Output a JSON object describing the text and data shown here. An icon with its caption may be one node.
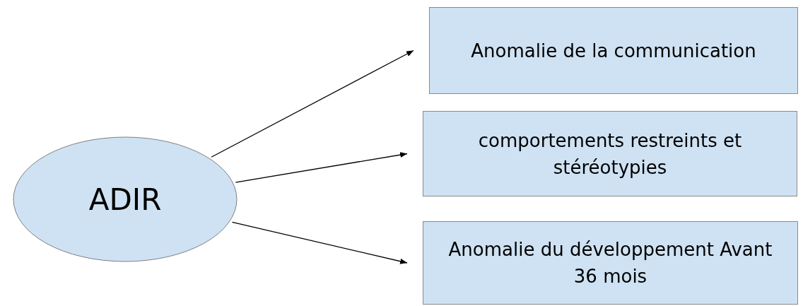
{
  "diagram": {
    "nodes": [
      {
        "text": [
          "ADIR"
        ]
      },
      {
        "text": [
          "Anomalie de la communication"
        ]
      },
      {
        "text": [
          "comportements restreints et stéréotypies"
        ]
      },
      {
        "text": [
          "Anomalie du développement Avant 36 mois"
        ]
      }
    ],
    "edges": [
      {
        "from": 0,
        "to": 1,
        "arrow": "to"
      },
      {
        "from": 0,
        "to": 2,
        "arrow": "to"
      },
      {
        "from": 0,
        "to": 3,
        "arrow": "to"
      }
    ]
  }
}
